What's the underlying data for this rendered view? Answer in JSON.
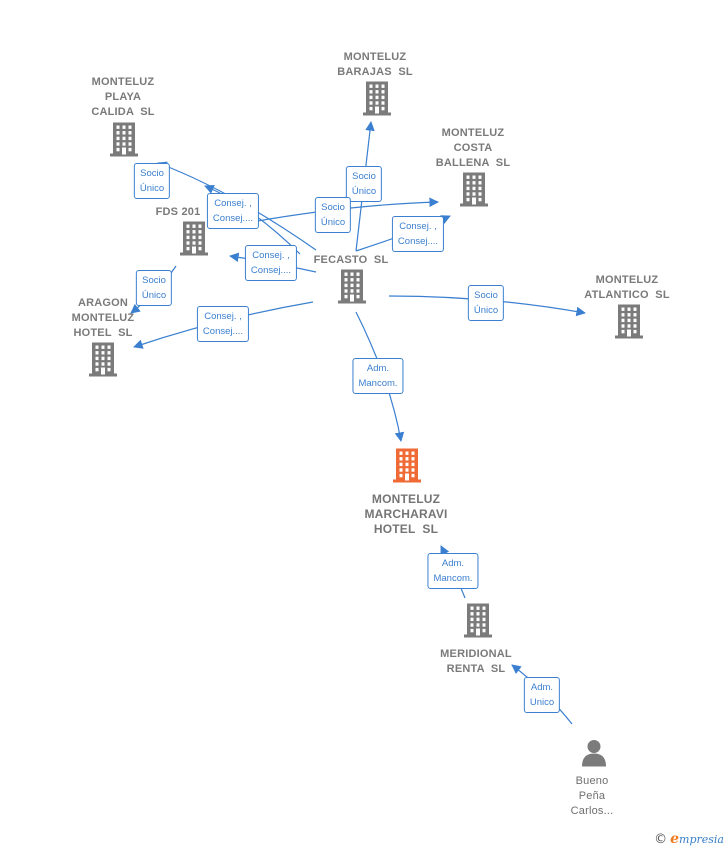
{
  "colors": {
    "node": "#7b7b7b",
    "main_node": "#ef6a34",
    "edge": "#3b80d0",
    "label": "#7a7a7a"
  },
  "nodes": [
    {
      "id": "barajas",
      "label": "MONTELUZ\nBARAJAS  SL",
      "type": "company"
    },
    {
      "id": "playa",
      "label": "MONTELUZ\nPLAYA\nCALIDA  SL",
      "type": "company"
    },
    {
      "id": "costa",
      "label": "MONTELUZ\nCOSTA\nBALLENA  SL",
      "type": "company"
    },
    {
      "id": "fds",
      "label": "FDS 201",
      "type": "company"
    },
    {
      "id": "fecasto",
      "label": "FECASTO  SL",
      "type": "company"
    },
    {
      "id": "atlantico",
      "label": "MONTELUZ\nATLANTICO  SL",
      "type": "company"
    },
    {
      "id": "aragon",
      "label": "ARAGON\nMONTELUZ\nHOTEL  SL",
      "type": "company"
    },
    {
      "id": "marcharavi",
      "label": "MONTELUZ\nMARCHARAVI\nHOTEL  SL",
      "type": "main"
    },
    {
      "id": "meridional",
      "label": "MERIDIONAL\nRENTA  SL",
      "type": "company"
    },
    {
      "id": "bueno",
      "label": "Bueno\nPeña\nCarlos...",
      "type": "person"
    }
  ],
  "edges": [
    {
      "id": "e1",
      "from": "fecasto",
      "to": "barajas",
      "label": "Socio\nÚnico"
    },
    {
      "id": "e2",
      "from": "fecasto",
      "to": "playa",
      "label": "Socio\nÚnico"
    },
    {
      "id": "e3",
      "from": "fds",
      "to": "costa",
      "label": "Socio\nÚnico"
    },
    {
      "id": "e4",
      "from": "fds",
      "to": "aragon",
      "label": "Socio\nÚnico"
    },
    {
      "id": "e5",
      "from": "fecasto",
      "to": "costa",
      "label": "Consej. ,\nConsej...."
    },
    {
      "id": "e6",
      "from": "fecasto",
      "to": "fds",
      "label": "Consej. ,\nConsej...."
    },
    {
      "id": "e7",
      "from": "fecasto",
      "to": "aragon",
      "label": "Consej. ,\nConsej...."
    },
    {
      "id": "e8",
      "from": "fds",
      "to": "playa",
      "label": "Consej. ,\nConsej...."
    },
    {
      "id": "e9",
      "from": "fecasto",
      "to": "atlantico",
      "label": "Socio\nÚnico"
    },
    {
      "id": "e10",
      "from": "fecasto",
      "to": "marcharavi",
      "label": "Adm.\nMancom."
    },
    {
      "id": "e11",
      "from": "meridional",
      "to": "marcharavi",
      "label": "Adm.\nMancom."
    },
    {
      "id": "e12",
      "from": "bueno",
      "to": "meridional",
      "label": "Adm.\nUnico"
    }
  ],
  "brand": {
    "copyright": "©",
    "e": "e",
    "name": "mpresia"
  }
}
